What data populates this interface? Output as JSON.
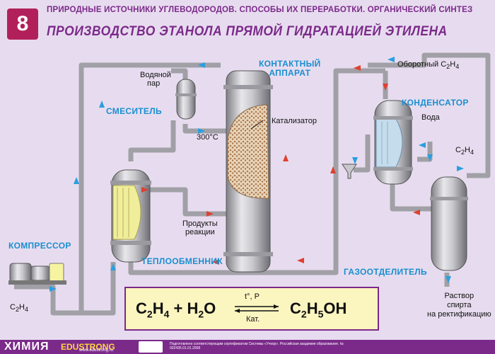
{
  "header": {
    "number": "8",
    "subtitle": "ПРИРОДНЫЕ ИСТОЧНИКИ УГЛЕВОДОРОДОВ.  СПОСОБЫ ИХ ПЕРЕРАБОТКИ.  ОРГАНИЧЕСКИЙ СИНТЕЗ",
    "title": "ПРОИЗВОДСТВО ЭТАНОЛА ПРЯМОЙ ГИДРАТАЦИЕЙ ЭТИЛЕНА"
  },
  "labels": {
    "water_steam_1": "Водяной",
    "water_steam_2": "пар",
    "mixer": "СМЕСИТЕЛЬ",
    "temperature": "300°С",
    "contact_apparatus_1": "КОНТАКТНЫЙ",
    "contact_apparatus_2": "АППАРАТ",
    "catalyst": "Катализатор",
    "recycle_c2h4": "Оборотный C",
    "recycle_sub": "2",
    "recycle_h": "H",
    "recycle_sub2": "4",
    "condenser": "КОНДЕНСАТОР",
    "water": "Вода",
    "c2h4_out": "C",
    "c2h4_out_sub": "2",
    "c2h4_out_h": "H",
    "c2h4_out_sub2": "4",
    "products_1": "Продукты",
    "products_2": "реакции",
    "compressor": "КОМПРЕССОР",
    "heat_exchanger": "ТЕПЛООБМЕННИК",
    "gas_separator": "ГАЗООТДЕЛИТЕЛЬ",
    "c2h4_in": "C",
    "c2h4_in_sub": "2",
    "c2h4_in_h": "H",
    "c2h4_in_sub2": "4",
    "solution_1": "Раствор",
    "solution_2": "спирта",
    "solution_3": "на ректификацию"
  },
  "equation": {
    "left_c": "C",
    "left_c_sub": "2",
    "left_h": "H",
    "left_h_sub": "4",
    "plus": " + H",
    "water_sub": "2",
    "water_o": "O",
    "arrow_top": "t°, P",
    "arrow_bottom": "Кат.",
    "right_c": "C",
    "right_c_sub": "2",
    "right_h": "H",
    "right_h_sub": "5",
    "right_oh": "OH"
  },
  "footer": {
    "subject": "ХИМИЯ",
    "brand": "EDUSTRONG",
    "url": "www.edustrong.ru",
    "small_text": "Подготовлено соответствующим сертификатом Системы «Учкор». Российская академия образования. № 002435.01.01.2008"
  },
  "colors": {
    "background": "#e7dcef",
    "title": "#7b2a8a",
    "number_box": "#b2205a",
    "blue_labels": "#1a8fd0",
    "pipe": "#b8b8bd",
    "arrow_blue": "#2a9fe0",
    "arrow_red": "#e04030",
    "equation_bg": "#fbf5c0"
  }
}
